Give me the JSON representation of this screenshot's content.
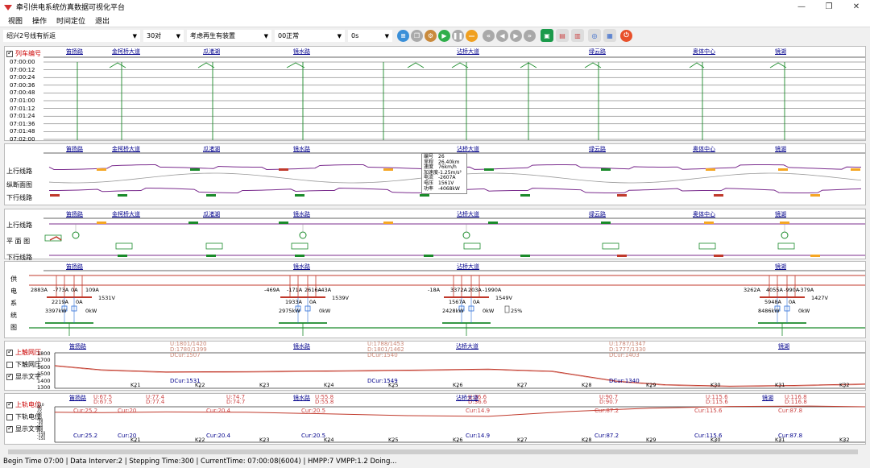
{
  "window": {
    "title": "牵引供电系统仿真数据可视化平台",
    "min": "—",
    "max": "❐",
    "close": "✕"
  },
  "menu": [
    "视图",
    "操作",
    "时间定位",
    "退出"
  ],
  "toolbar": {
    "line": "绍兴2号线有折返",
    "interval": "30对",
    "regen": "考虑再生有装置",
    "mode": "00正常",
    "time": "0s"
  },
  "stations": [
    "笛扬路",
    "金柯桥大道",
    "瓜渚湖",
    "镜水路",
    "沾桥大道",
    "绿云路",
    "奥体中心",
    "镜湖"
  ],
  "panel1": {
    "checkbox_label": "列车编号",
    "times": [
      "07:00:00",
      "07:00:12",
      "07:00:24",
      "07:00:36",
      "07:00:48",
      "07:01:00",
      "07:01:12",
      "07:01:24",
      "07:01:36",
      "07:01:48",
      "07:02:00"
    ]
  },
  "panel2": {
    "labels": [
      "上行线路",
      "纵断面图",
      "下行线路"
    ],
    "tooltip": [
      [
        "编号",
        "26"
      ],
      [
        "里程",
        "26.40km"
      ],
      [
        "速度",
        "76km/h"
      ],
      [
        "加速度",
        "-1.25m/s²"
      ],
      [
        "电流",
        "-2607A"
      ],
      [
        "电压",
        "1561V"
      ],
      [
        "功率",
        "-4068kW"
      ]
    ]
  },
  "panel3": {
    "labels": [
      "上行线路",
      "平 面 图",
      "下行线路"
    ]
  },
  "panel4": {
    "label_chars": [
      "供",
      "电",
      "系",
      "统",
      "图"
    ],
    "values": [
      {
        "a": "2883A",
        "b": "-773A",
        "c": "0A",
        "d": "109A",
        "e": "2219A",
        "f": "0A",
        "v": "1531V",
        "p": "3397kW",
        "k": "0kW"
      },
      {
        "a": "-469A",
        "b": "-171A",
        "c": "2616A",
        "d": "-43A",
        "e": "1933A",
        "f": "0A",
        "v": "1539V",
        "p": "2975kW",
        "k": "0kW"
      },
      {
        "a": "-18A",
        "b": "3372A",
        "c": "203A",
        "d": "-1990A",
        "e": "1567A",
        "f": "0A",
        "v": "1549V",
        "p": "2428kW",
        "k": "0kW",
        "pct": "25%"
      },
      {
        "a": "3262A",
        "b": "4055A",
        "c": "-990A",
        "d": "-379A",
        "e": "5948A",
        "f": "0A",
        "v": "1427V",
        "p": "8486kW",
        "k": "0kW"
      }
    ]
  },
  "panel5": {
    "checks": [
      {
        "label": "上触网压",
        "on": true
      },
      {
        "label": "下触网压",
        "on": false
      },
      {
        "label": "显示文字",
        "on": true
      }
    ],
    "yticks": [
      "1800",
      "1700",
      "1600",
      "1500",
      "1400",
      "1300"
    ],
    "kticks": [
      "K21",
      "K22",
      "K23",
      "K24",
      "K25",
      "K26",
      "K27",
      "K28",
      "K29",
      "K30",
      "K31",
      "K32"
    ],
    "ulabels": [
      {
        "u": "U:1801/1420",
        "d": "D:1780/1399",
        "c": "DCur:1507"
      },
      {
        "u": "U:1788/1453",
        "d": "D:1801/1462",
        "c": "DCur:1540"
      },
      {
        "u": "U:1787/1347",
        "d": "D:1777/1330",
        "c": "DCur:1403"
      }
    ],
    "curs": [
      "DCur:1531",
      "DCur:1549",
      "DCur:1340"
    ],
    "yaxis_ylim": [
      1300,
      1800
    ]
  },
  "panel6": {
    "checks": [
      {
        "label": "上轨电位",
        "on": true
      },
      {
        "label": "下轨电位",
        "on": false
      },
      {
        "label": "显示文字",
        "on": true
      }
    ],
    "yticks": [
      "110",
      "90",
      "70",
      "50",
      "30",
      "10",
      "-10",
      "-30",
      "-50",
      "-70",
      "-90",
      "-110",
      "-130",
      "-150"
    ],
    "kticks": [
      "K21",
      "K22",
      "K23",
      "K24",
      "K25",
      "K26",
      "K27",
      "K28",
      "K29",
      "K30",
      "K31",
      "K32"
    ],
    "tops": [
      {
        "u": "U:67.5",
        "d": "D:67.5"
      },
      {
        "u": "U:77.4",
        "d": "D:77.4"
      },
      {
        "u": "U:74.7",
        "d": "D:74.7"
      },
      {
        "u": "U:55.8",
        "d": "D:55.8"
      },
      {
        "u": "U:36.6",
        "d": "D:36.6"
      },
      {
        "u": "U:90.7",
        "d": "D:90.7"
      },
      {
        "u": "U:115.6",
        "d": "D:115.6"
      },
      {
        "u": "U:116.8",
        "d": "D:116.8"
      }
    ],
    "curs": [
      "Cur:25.2",
      "Cur:20",
      "Cur:20.4",
      "Cur:20.5",
      "Cur:14.9",
      "Cur:87.2",
      "Cur:115.6",
      "Cur:87.8"
    ]
  },
  "status": "Begin Time 07:00  |  Data Interver:2  |  Stepping Time:300  |  CurrentTime:  07:00:08(6004)  |  HMPP:7 VMPP:1.2  Doing...",
  "colors": {
    "purple": "#7b2d8e",
    "green": "#1a8a2a",
    "red": "#c0392b",
    "orange": "#f5a623",
    "blue": "#2e6fd8"
  }
}
